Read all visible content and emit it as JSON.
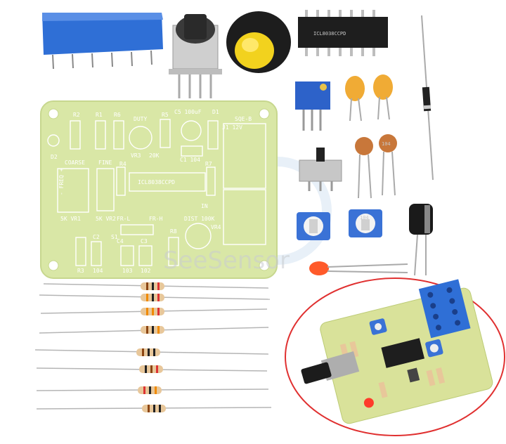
{
  "watermark": "SeeSensor",
  "pcb": {
    "labels": {
      "r2": "R2",
      "r1": "R1",
      "r6": "R6",
      "duty": "DUTY",
      "r5": "R5",
      "c5": "C5 100uF",
      "d1": "D1",
      "sqe": "SQE-B",
      "j1": "J1 12V",
      "d2": "D2",
      "coarse": "COARSE",
      "fine": "FINE",
      "r4": "R4",
      "r7": "R7",
      "vr3": "VR3",
      "k20": "20K",
      "c1": "C1 104",
      "freq": "- FREQ +",
      "vr1": "5K VR1",
      "vr2": "5K VR2",
      "chip": "ICL8038CCPD",
      "in": "IN",
      "frl": "FR-L",
      "frh": "FR-H",
      "dist": "DIST 100K",
      "vr4": "VR4",
      "s1": "S1",
      "r8": "R8",
      "c2": "C2",
      "c4": "C4",
      "c3": "C3",
      "r3": "R3",
      "c2v": "104",
      "c4v": "103",
      "c3v": "102"
    }
  },
  "ic_marking": "ICL8038CCPD",
  "trimmer_marking": "104",
  "ceramic_marking": "104",
  "colors": {
    "pcb": "#d9e7a6",
    "pcb_edge": "#c7d78e",
    "header_blue": "#2f6fd6",
    "knob_yellow": "#f2d21e",
    "capacitor_orange": "#f0ab35",
    "ceramic_brown": "#c8773a",
    "circle_red": "#e03030",
    "resistor_body": "#e8c79a"
  }
}
